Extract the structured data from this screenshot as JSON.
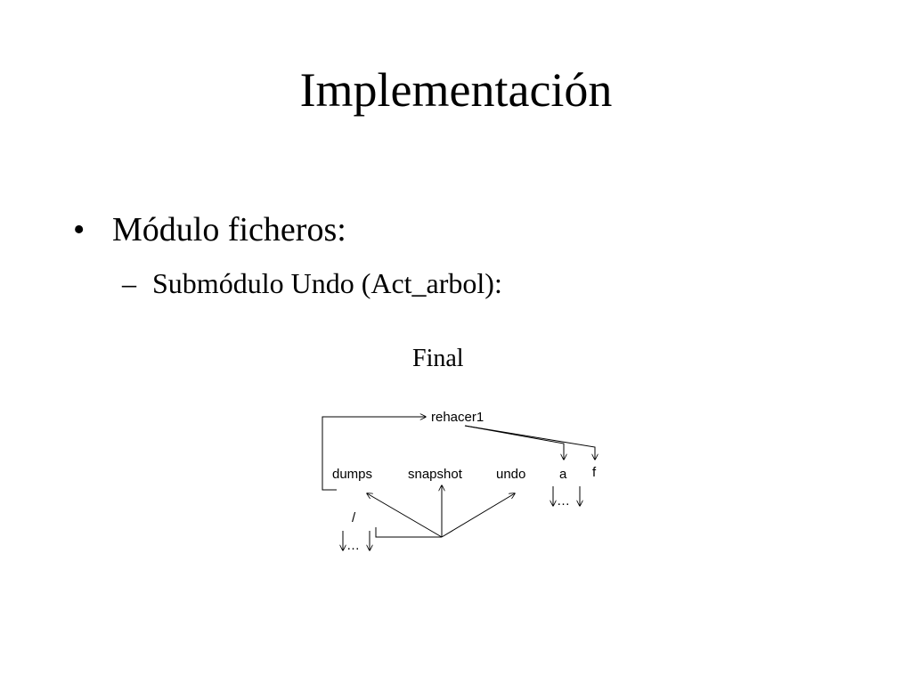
{
  "title": "Implementación",
  "bullets": {
    "level1_marker": "•",
    "level1": "Módulo ficheros:",
    "level2_marker": "–",
    "level2": "Submódulo Undo (Act_arbol):"
  },
  "diagram": {
    "caption": "Final",
    "nodes": {
      "root": "rehacer1",
      "dumps": "dumps",
      "snapshot": "snapshot",
      "undo": "undo",
      "a": "a",
      "f": "f",
      "slash": "/",
      "ellipsis": "…"
    }
  }
}
